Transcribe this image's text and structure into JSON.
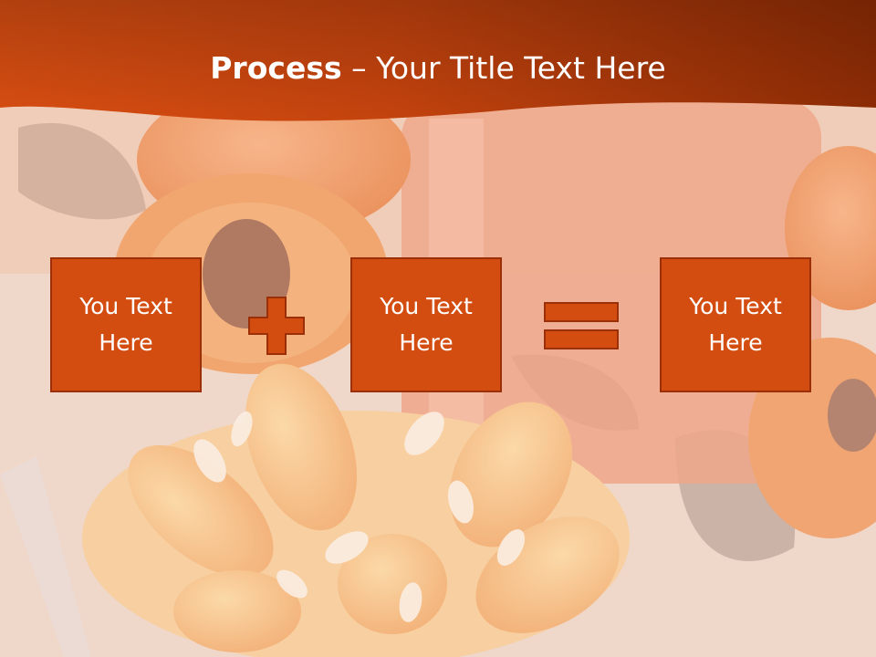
{
  "slide": {
    "title_bold": "Process",
    "title_rest": " – Your Title Text Here",
    "boxes": [
      {
        "text": "You Text Here"
      },
      {
        "text": "You Text Here"
      },
      {
        "text": "You Text Here"
      }
    ],
    "operators": [
      "plus-icon",
      "equals-icon"
    ],
    "colors": {
      "header": "#c9480f",
      "box_fill": "#d44d10",
      "box_border": "#9a2f08",
      "text": "#ffffff"
    }
  }
}
